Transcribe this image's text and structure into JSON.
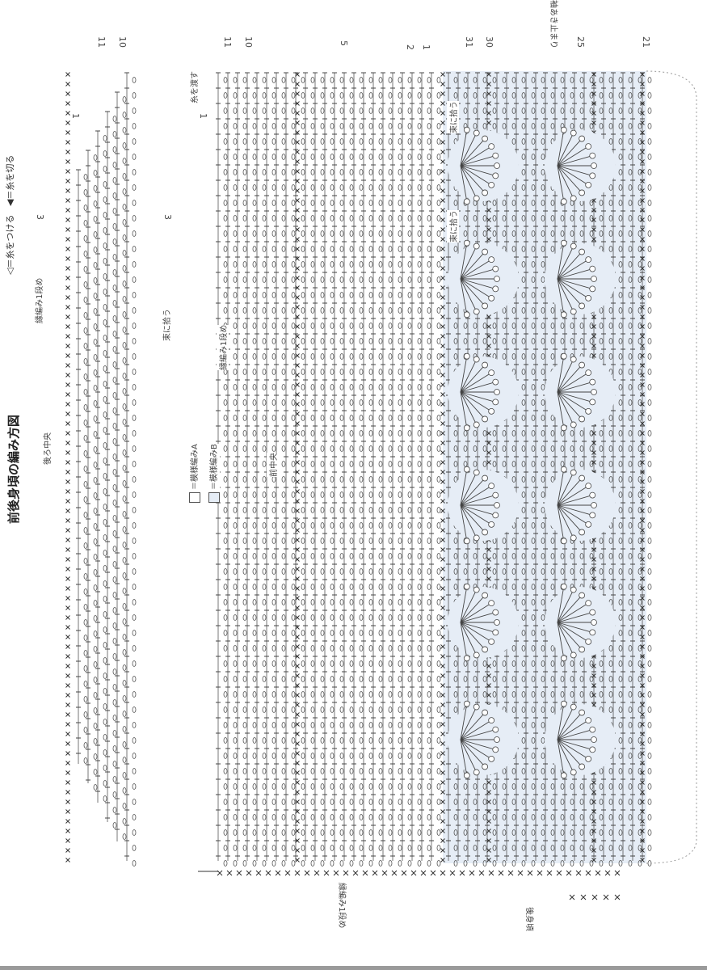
{
  "title": "前後身頃の編み方図",
  "thread_legend": {
    "attach": "◁＝糸をつける",
    "cut": "◀＝糸を切る"
  },
  "pattern_legend": {
    "a": "＝模様編みA",
    "b": "＝模様編みB"
  },
  "labels": {
    "back_center": "後ろ中央",
    "front_center": "前中央",
    "carry_yarn": "糸を渡す",
    "pick_bundle": "束に拾う",
    "edging_row1": "縁編み1段め",
    "armhole_stop": "袖あき止まり",
    "back_body": "後身頃"
  },
  "row_numbers": {
    "back": [
      "11",
      "10",
      "1",
      "3"
    ],
    "front_left": [
      "11",
      "10",
      "5",
      "2",
      "1",
      "1",
      "3"
    ],
    "front_right": [
      "31",
      "30",
      "25",
      "21"
    ]
  },
  "colors": {
    "pattern_b_fill": "#e6edf6",
    "ink": "#333333"
  }
}
